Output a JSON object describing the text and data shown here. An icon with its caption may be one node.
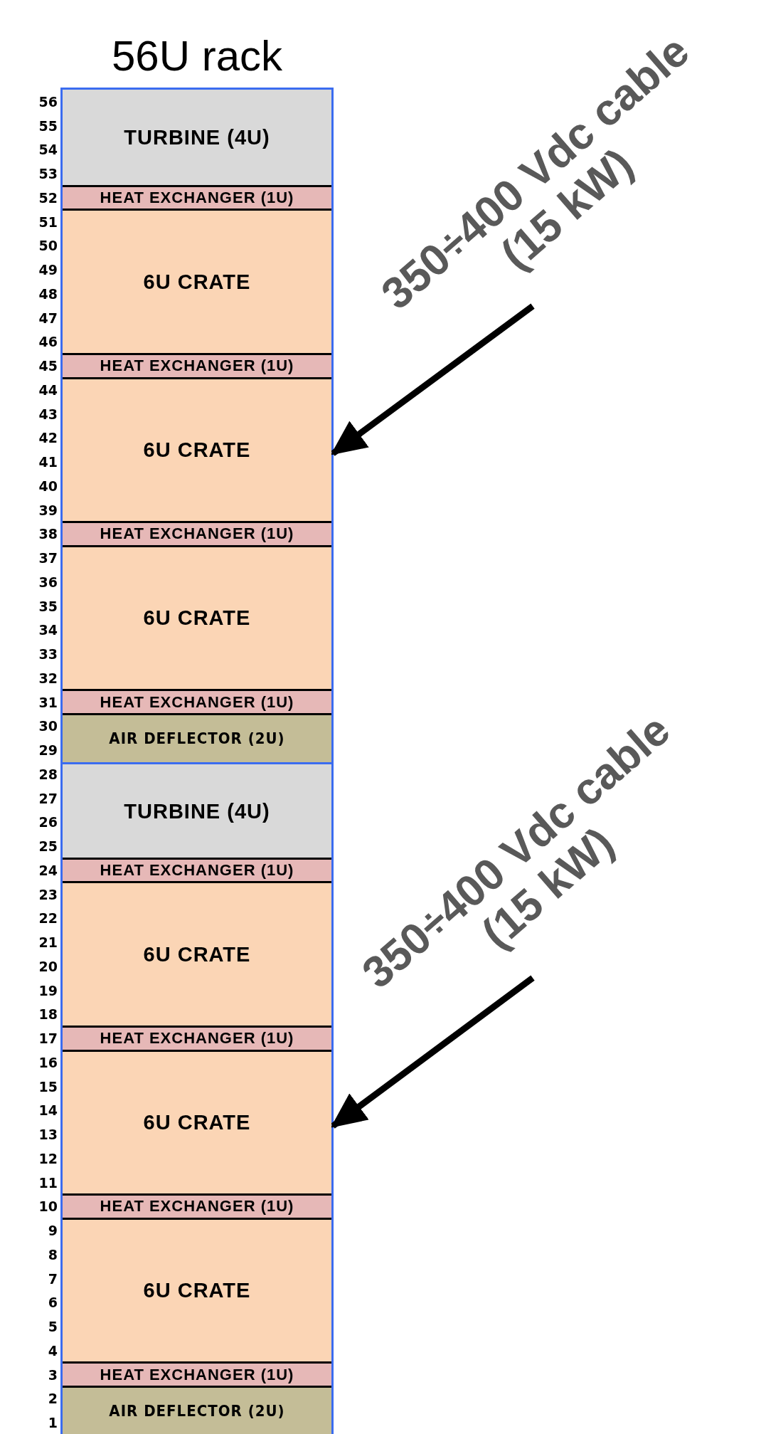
{
  "diagram": {
    "title": "56U rack",
    "nodes": [
      {
        "text": [
          "TURBINE (4U)"
        ]
      },
      {
        "text": [
          "HEAT EXCHANGER (1U)"
        ]
      },
      {
        "text": [
          "6U CRATE"
        ]
      },
      {
        "text": [
          "HEAT EXCHANGER (1U)"
        ]
      },
      {
        "text": [
          "6U CRATE"
        ]
      },
      {
        "text": [
          "HEAT EXCHANGER (1U)"
        ]
      },
      {
        "text": [
          "6U CRATE"
        ]
      },
      {
        "text": [
          "HEAT EXCHANGER (1U)"
        ]
      },
      {
        "text": [
          "AIR DEFLECTOR (2U)"
        ]
      },
      {
        "text": [
          "TURBINE (4U)"
        ]
      },
      {
        "text": [
          "HEAT EXCHANGER (1U)"
        ]
      },
      {
        "text": [
          "6U CRATE"
        ]
      },
      {
        "text": [
          "HEAT EXCHANGER (1U)"
        ]
      },
      {
        "text": [
          "6U CRATE"
        ]
      },
      {
        "text": [
          "HEAT EXCHANGER (1U)"
        ]
      },
      {
        "text": [
          "6U CRATE"
        ]
      },
      {
        "text": [
          "HEAT EXCHANGER (1U)"
        ]
      },
      {
        "text": [
          "AIR DEFLECTOR (2U)"
        ]
      },
      {
        "text": [
          "350÷400 Vdc cable (15 kW)"
        ]
      },
      {
        "text": [
          "350÷400 Vdc cable (15 kW)"
        ]
      }
    ],
    "edges": [
      {
        "from": 18,
        "to": 4,
        "arrow": "to"
      },
      {
        "from": 19,
        "to": 13,
        "arrow": "to"
      }
    ],
    "labels": [
      "56",
      "55",
      "54",
      "53",
      "52",
      "51",
      "50",
      "49",
      "48",
      "47",
      "46",
      "45",
      "44",
      "43",
      "42",
      "41",
      "40",
      "39",
      "38",
      "37",
      "36",
      "35",
      "34",
      "33",
      "32",
      "31",
      "30",
      "29",
      "28",
      "27",
      "26",
      "25",
      "24",
      "23",
      "22",
      "21",
      "20",
      "19",
      "18",
      "17",
      "16",
      "15",
      "14",
      "13",
      "12",
      "11",
      "10",
      "9",
      "8",
      "7",
      "6",
      "5",
      "4",
      "3",
      "2",
      "1"
    ]
  }
}
